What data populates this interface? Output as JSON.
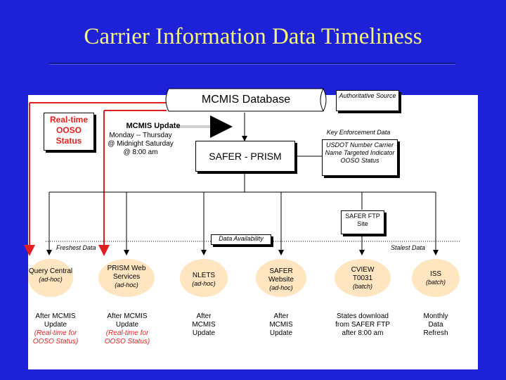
{
  "title": "Carrier Information Data Timeliness",
  "db": {
    "label": "MCMIS Database"
  },
  "auth": {
    "label": "Authoritative Source"
  },
  "realtime": {
    "label": "Real-time OOSO Status"
  },
  "update": {
    "title": "MCMIS Update",
    "lines": "Monday -- Thursday @ Midnight Saturday @ 8:00 am"
  },
  "safer": {
    "label": "SAFER - PRISM"
  },
  "key": {
    "title": "Key Enforcement Data",
    "lines": "USDOT Number Carrier Name Targeted Indicator OOSO Status"
  },
  "ftp": {
    "label": "SAFER FTP Site"
  },
  "avail": {
    "label": "Data Availability",
    "freshest": "Freshest Data",
    "stalest": "Stalest Data"
  },
  "nodes": [
    {
      "name": "Query Central",
      "sub": "(ad-hoc)",
      "note1": "After MCMIS Update",
      "note2": "(Real-time for OOSO Status)"
    },
    {
      "name": "PRISM Web Services",
      "sub": "(ad-hoc)",
      "note1": "After MCMIS Update",
      "note2": "(Real-time for OOSO Status)"
    },
    {
      "name": "NLETS",
      "sub": "(ad-hoc)",
      "note1": "After MCMIS Update",
      "note2": ""
    },
    {
      "name": "SAFER Website",
      "sub": "(ad-hoc)",
      "note1": "After MCMIS Update",
      "note2": ""
    },
    {
      "name": "CVIEW T0031",
      "sub": "(batch)",
      "note1": "States download from SAFER FTP after 8:00 am",
      "note2": ""
    },
    {
      "name": "ISS",
      "sub": "(batch)",
      "note1": "Monthly Data Refresh",
      "note2": ""
    }
  ],
  "colors": {
    "background": "#1d22d9",
    "title": "#f5f580",
    "accent": "#e02020",
    "oval": "#ffe6c0"
  }
}
